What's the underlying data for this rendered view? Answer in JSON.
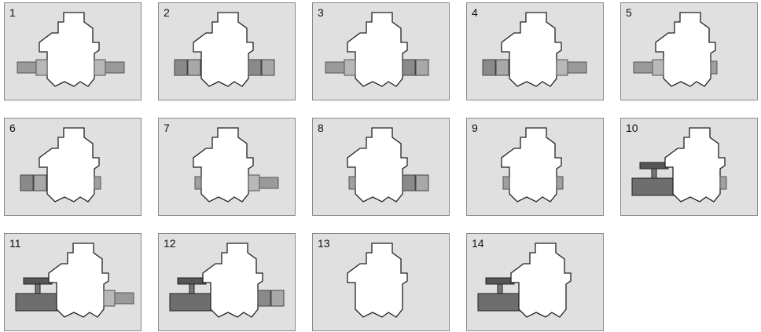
{
  "panels": [
    {
      "number": "1",
      "left": "union-fitting",
      "right": "union-fitting",
      "valve": false
    },
    {
      "number": "2",
      "left": "compression-nut",
      "right": "compression-nut",
      "valve": false
    },
    {
      "number": "3",
      "left": "union-fitting",
      "right": "compression-nut",
      "valve": false
    },
    {
      "number": "4",
      "left": "compression-nut",
      "right": "union-fitting",
      "valve": false
    },
    {
      "number": "5",
      "left": "union-fitting",
      "right": "stub",
      "valve": false
    },
    {
      "number": "6",
      "left": "compression-nut",
      "right": "stub",
      "valve": false
    },
    {
      "number": "7",
      "left": "stub",
      "right": "union-fitting",
      "valve": false
    },
    {
      "number": "8",
      "left": "stub",
      "right": "compression-nut",
      "valve": false
    },
    {
      "number": "9",
      "left": "stub",
      "right": "stub",
      "valve": false
    },
    {
      "number": "10",
      "left": "none",
      "right": "stub",
      "valve": true
    },
    {
      "number": "11",
      "left": "none",
      "right": "union-fitting",
      "valve": true
    },
    {
      "number": "12",
      "left": "none",
      "right": "compression-nut",
      "valve": true
    },
    {
      "number": "13",
      "left": "none",
      "right": "none",
      "valve": false
    },
    {
      "number": "14",
      "left": "none",
      "right": "none",
      "valve": true
    }
  ],
  "colors": {
    "panel_bg": "#e0e0e0",
    "panel_border": "#8a8a8a",
    "body_fill": "#ffffff",
    "body_stroke": "#222222",
    "fitting_metal": "#9a9a9a",
    "valve_dark": "#555555"
  }
}
